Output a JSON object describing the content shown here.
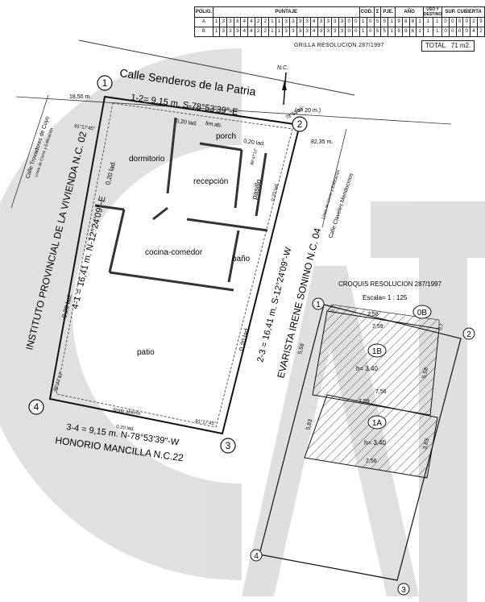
{
  "grid": {
    "headers": {
      "polig": "POLIG.",
      "puntaje": "PUNTAJE",
      "cod": "COD.",
      "sum": "Σ",
      "pje": "PJE.",
      "anio": "AÑO",
      "uso": "USO Y DESTINO",
      "sup": "SUP. CUBIERTA"
    },
    "rows": [
      {
        "polig": "A",
        "digits": [
          "1",
          "3",
          "3",
          "3",
          "4",
          "4",
          "2",
          "2",
          "1",
          "1",
          "3",
          "3",
          "3",
          "3",
          "4",
          "3",
          "3",
          "3",
          "3",
          "0",
          "0",
          "1",
          "0",
          "5",
          "5",
          "1",
          "9",
          "8",
          "8",
          "1",
          "1",
          "1",
          "0",
          "0",
          "0",
          "0",
          "2",
          "9"
        ]
      },
      {
        "polig": "B",
        "digits": [
          "1",
          "3",
          "3",
          "3",
          "4",
          "4",
          "2",
          "2",
          "1",
          "1",
          "3",
          "3",
          "3",
          "3",
          "4",
          "3",
          "3",
          "3",
          "3",
          "0",
          "0",
          "1",
          "0",
          "5",
          "5",
          "1",
          "9",
          "9",
          "6",
          "1",
          "1",
          "1",
          "0",
          "0",
          "0",
          "0",
          "4",
          "2"
        ]
      }
    ],
    "caption": "GRILLA RESOLUCION 287/1997",
    "total_label": "TOTAL",
    "total_value": "71 m2."
  },
  "street_top": "Calle Senderos de la Patria",
  "street_left_1": "Calle Trovadores de Cuyo",
  "street_left_2": "Línea de Cierre y Edificación",
  "street_right_1": "Línea de Cierre y Edificación",
  "street_right_2": "Calle Claveles Mendocinos",
  "dim_left_street": "18,50 m.",
  "dim_right_street": "82,35 m.",
  "north_label": "N.C.",
  "side_12": "1-2= 9,15 m. S-78°53'39\"-E",
  "side_23": "2-3 = 16,41 m. S-12°24'09\"-W",
  "side_34": "3-4 = 9,15 m. N-78°53'39\"-W",
  "side_41": "4-1 = 16,41 m. N-12°24'09\"-E",
  "neighbor_left": "INSTITUTO PROVINCIAL DE LA VIVIENDA N.C. 02",
  "neighbor_right": "EVARISTA IRENE SONINO N.C. 04",
  "neighbor_bottom": "HONORIO MANCILLA N.C.22",
  "ochava": "(a= 20 m.)",
  "vertices": {
    "v1": "1",
    "v2": "2",
    "v3": "3",
    "v4": "4"
  },
  "angles": {
    "a1": "91°17'45\"",
    "a2": "78°53'39\"",
    "a2b": "88°47'12\"",
    "a3": "91°17'45\"",
    "a4": "88°47'12\""
  },
  "offsets": {
    "top": "0,20 lad.",
    "left": "0,20 lad.",
    "left2": "0,20 lad.",
    "right": "0,20 lad.",
    "right2": "0,20 lad.",
    "bottom": "0,20 lad.",
    "topright": "0,20 lad.",
    "limab": "lim.ab.",
    "limite": "límite abierto"
  },
  "rooms": {
    "dormitorio": "dormitorio",
    "recepcion": "recepción",
    "porch": "porch",
    "pasillo": "pasillo",
    "cocina": "cocina-comedor",
    "bano": "baño",
    "patio": "patio"
  },
  "croquis": {
    "title": "CROQUIS RESOLUCION 287/1997",
    "scale": "Escala= 1 : 125",
    "labels": {
      "b1": "1B",
      "a1": "1A",
      "b0": "0B"
    },
    "h_b": "h= 3,40",
    "h_a": "h= 3,40",
    "dims": {
      "top": "7,58",
      "top2": "7,59",
      "corner_l": "0,7",
      "corner_r": "0,7",
      "left_b": "5,58",
      "right_b": "5,58",
      "mid": "7,59",
      "mid2": "7,56",
      "left_a": "5,83",
      "right_a": "3,83",
      "bottom_a": "7,56"
    },
    "vertices": {
      "c1": "1",
      "c2": "2",
      "c3": "3",
      "c4": "4"
    }
  }
}
